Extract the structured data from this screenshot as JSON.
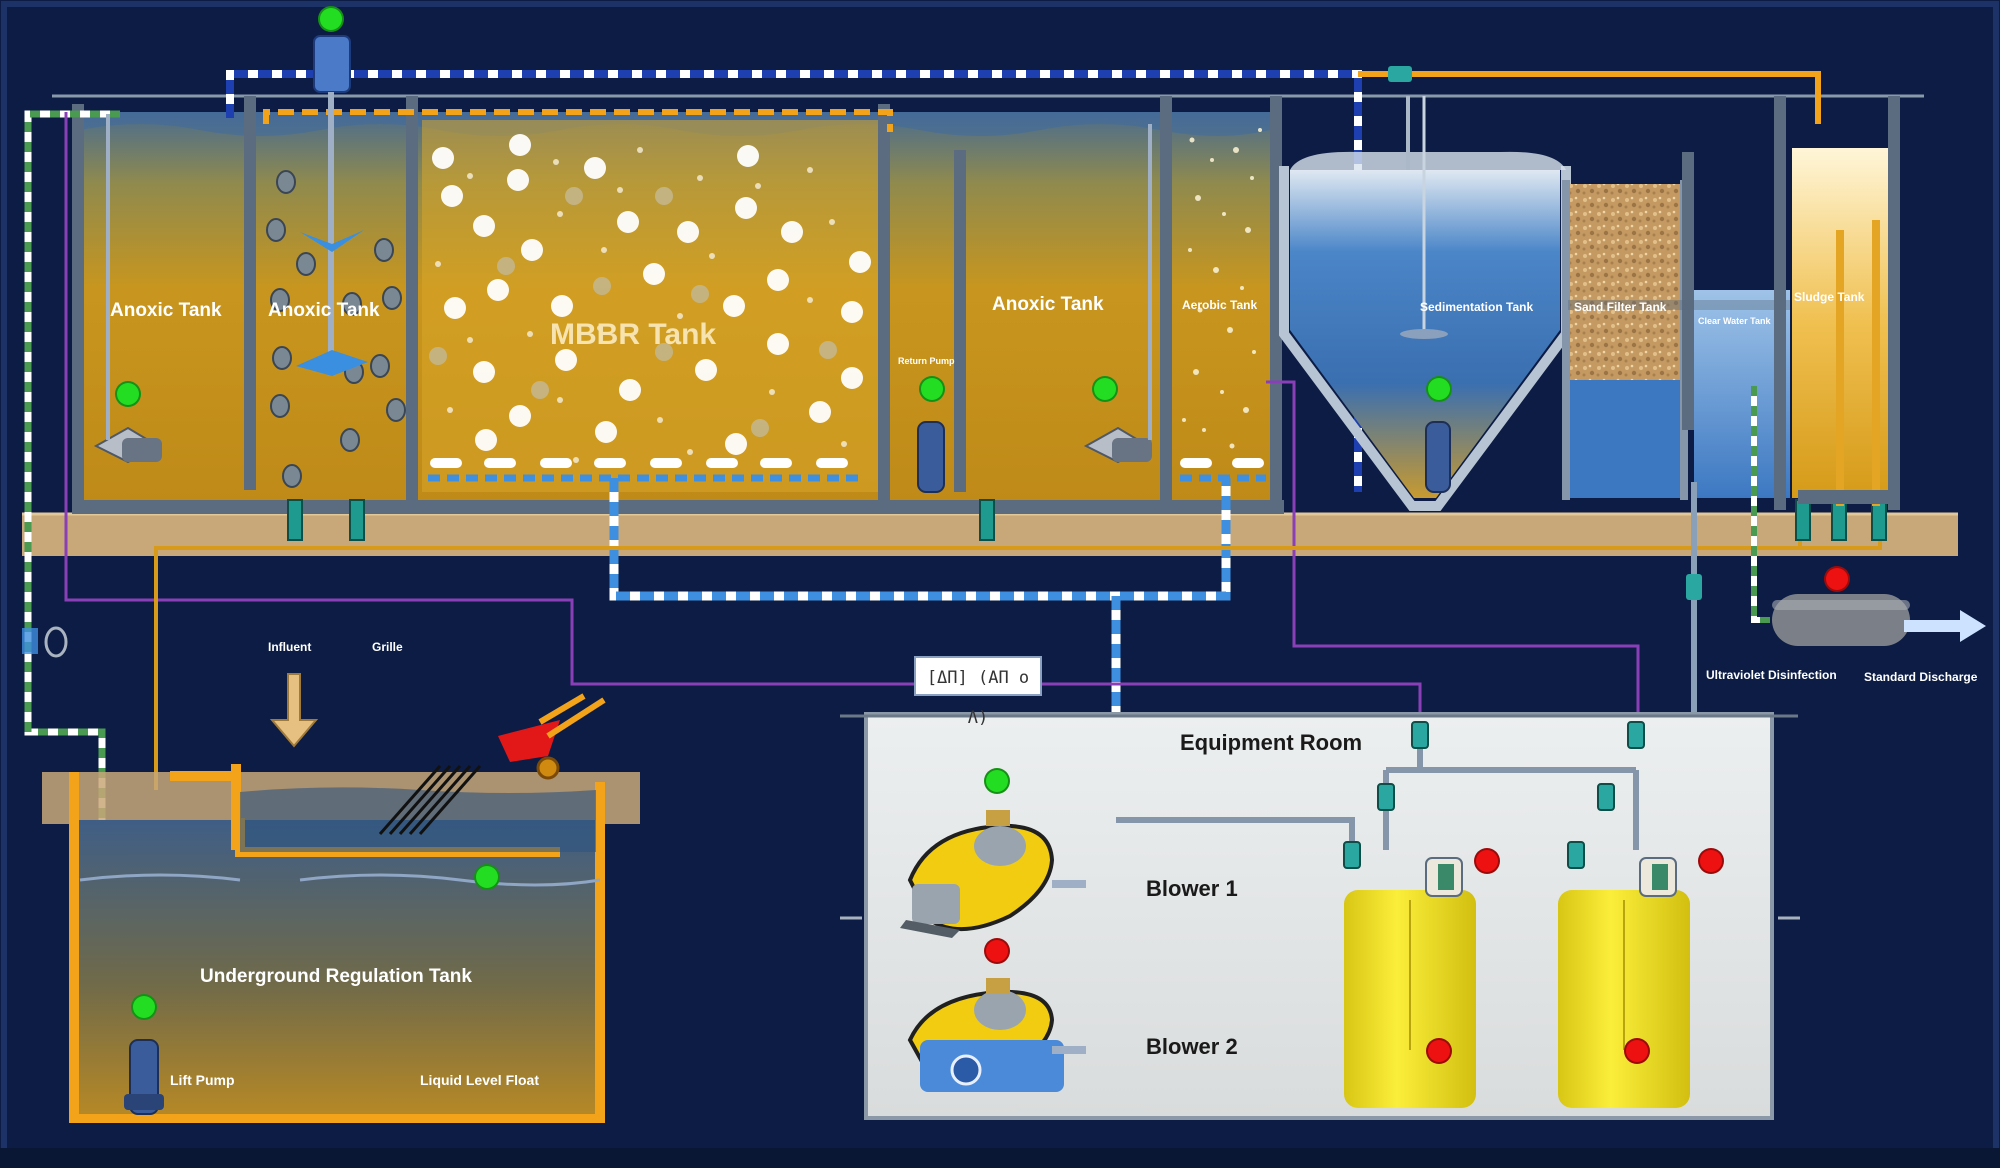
{
  "labels": {
    "anoxic_tank_1": "Anoxic Tank",
    "anoxic_tank_2": "Anoxic Tank",
    "mbbr_tank": "MBBR Tank",
    "return_pump": "Return Pump",
    "anoxic_tank_3": "Anoxic Tank",
    "aerobic_tank": "Aerobic Tank",
    "sedimentation_tank": "Sedimentation Tank",
    "sand_filter_tank": "Sand Filter Tank",
    "clear_water_tank": "Clear Water Tank",
    "sludge_tank": "Sludge Tank",
    "influent": "Influent",
    "grille": "Grille",
    "ultraviolet_disinfection": "Ultraviolet Disinfection",
    "standard_discharge": "Standard Discharge",
    "equipment_room": "Equipment Room",
    "blower_1": "Blower 1",
    "blower_2": "Blower 2",
    "underground_regulation_tank": "Underground Regulation Tank",
    "lift_pump": "Lift Pump",
    "liquid_level_float": "Liquid Level Float"
  },
  "meter_readout": "[ΔΠ] (AΠ  o  Λ)",
  "colors": {
    "background": "#0c1c44",
    "wastewater": "#c8961e",
    "ground": "#c8a778",
    "running": "#22dd22",
    "stopped": "#ee1111",
    "air_pipe": "#3f8fe0",
    "sludge_pipe": "#f2a31a",
    "signal_wire": "#8a3fb8",
    "chemical_tank": "#f2e21f"
  },
  "status_indicators": [
    {
      "name": "top-mixer",
      "state": "running"
    },
    {
      "name": "anoxic-tank-1-pump",
      "state": "running"
    },
    {
      "name": "return-pump",
      "state": "running"
    },
    {
      "name": "anoxic-tank-3-mixer",
      "state": "running"
    },
    {
      "name": "sedimentation-pump",
      "state": "running"
    },
    {
      "name": "regulation-tank-float",
      "state": "running"
    },
    {
      "name": "lift-pump",
      "state": "running"
    },
    {
      "name": "blower-1",
      "state": "running"
    },
    {
      "name": "blower-2",
      "state": "stopped"
    },
    {
      "name": "uv-disinfection",
      "state": "stopped"
    },
    {
      "name": "dosing-pump-1",
      "state": "stopped"
    },
    {
      "name": "dosing-pump-2",
      "state": "stopped"
    },
    {
      "name": "dosing-tank-1",
      "state": "stopped"
    },
    {
      "name": "dosing-tank-2",
      "state": "stopped"
    }
  ]
}
